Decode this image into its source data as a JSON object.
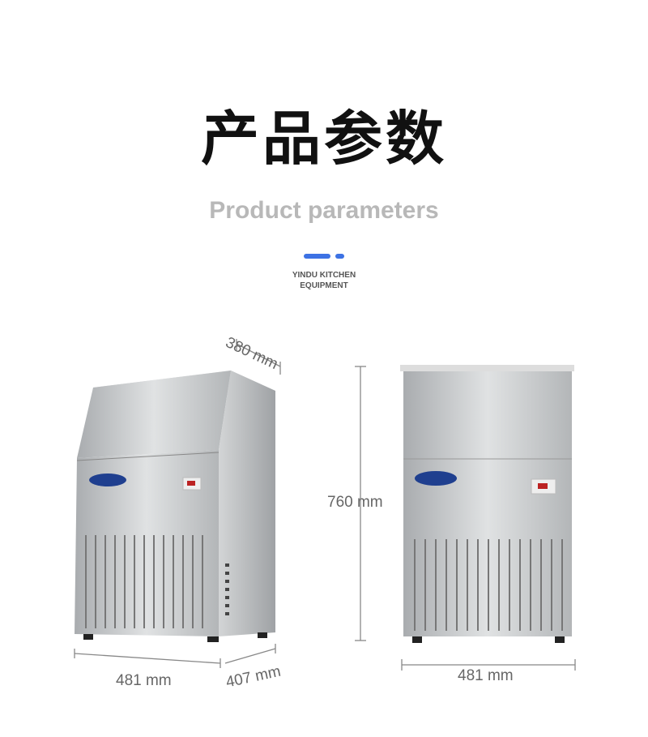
{
  "title": "产品参数",
  "subtitle": "Product parameters",
  "brand": {
    "line1": "YINDU KITCHEN",
    "line2": "EQUIPMENT"
  },
  "dimensions": {
    "depth_top": "380 mm",
    "height": "760 mm",
    "width_left": "481 mm",
    "depth_bottom": "407 mm",
    "width_right": "481 mm"
  },
  "colors": {
    "accent": "#3d72e4",
    "steel": "#c4c6c8"
  }
}
